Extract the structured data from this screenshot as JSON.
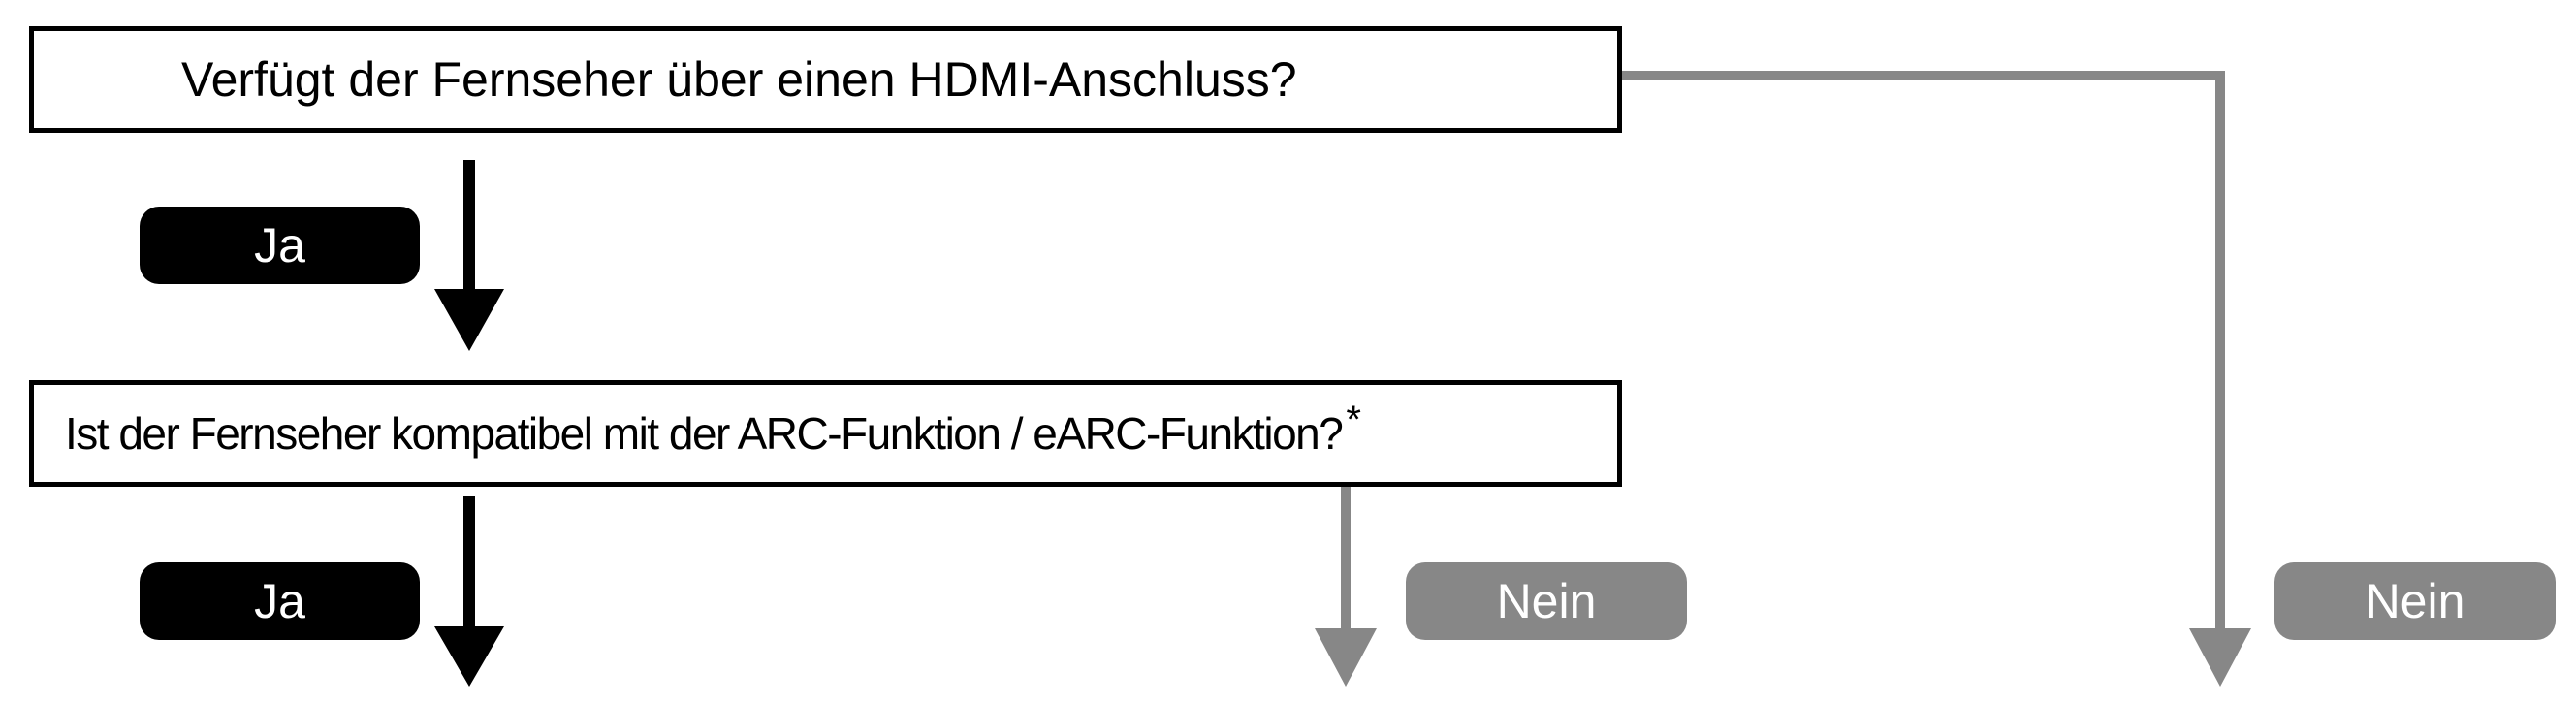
{
  "flowchart": {
    "question_hdmi": "Verfügt der Fernseher über einen HDMI-Anschluss?",
    "question_arc": "Ist der Fernseher kompatibel mit der ARC-Funktion / eARC-Funktion?",
    "question_arc_footnote_mark": "*",
    "answer_yes_hdmi": "Ja",
    "answer_yes_arc": "Ja",
    "answer_no_arc": "Nein",
    "answer_no_hdmi": "Nein"
  },
  "colors": {
    "yes_path": "#000000",
    "no_path": "#878787",
    "box_border": "#000000"
  }
}
